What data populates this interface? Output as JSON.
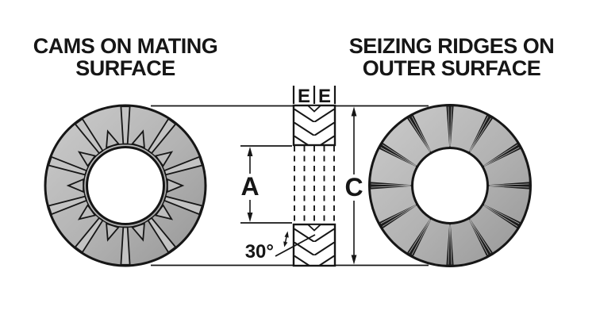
{
  "diagram": {
    "background_color": "#ffffff",
    "line_color": "#161616",
    "metal_light": "#cccccc",
    "metal_dark": "#969696",
    "left_washer": {
      "title_line1": "CAMS ON MATING",
      "title_line2": "SURFACE",
      "cam_segment_count": 10
    },
    "right_washer": {
      "title_line1": "SEIZING RIDGES ON",
      "title_line2": "OUTER SURFACE",
      "ridge_count": 12
    },
    "section": {
      "thickness_label_left": "E",
      "thickness_label_right": "E",
      "inner_diameter_label": "A",
      "outer_diameter_label": "C",
      "cam_angle_label": "30°",
      "hidden_line_count": 5
    }
  }
}
